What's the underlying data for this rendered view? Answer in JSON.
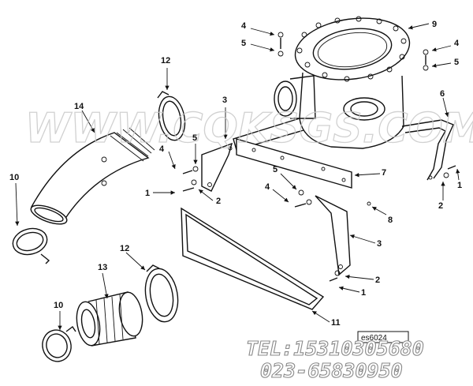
{
  "part_labels": {
    "l4a": "4",
    "l9": "9",
    "l5a": "5",
    "l4b": "4",
    "l5b": "5",
    "l12a": "12",
    "l3a": "3",
    "l14": "14",
    "l6": "6",
    "l5c": "5",
    "l4c": "4",
    "l10a": "10",
    "l1a": "1",
    "l2a": "2",
    "l7": "7",
    "l5d": "5",
    "l4d": "4",
    "l2b": "2",
    "l1b": "1",
    "l8": "8",
    "l3b": "3",
    "l2c": "2",
    "l1c": "1",
    "l12b": "12",
    "l13": "13",
    "l10b": "10",
    "l11": "11"
  },
  "drawing_code": "es6024",
  "watermark": "WWW.CQKSGS.COM",
  "contact": {
    "tel": "TEL:15310305680",
    "phone": "023-65830950"
  }
}
